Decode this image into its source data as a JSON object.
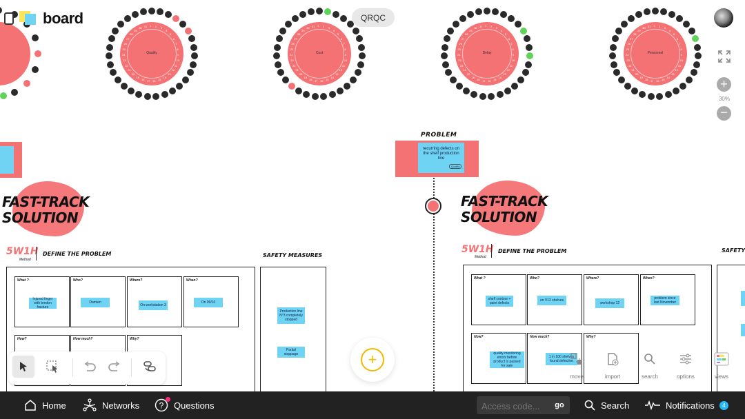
{
  "app": {
    "logo_text": "board"
  },
  "top_tag": "QRQC",
  "zoom": {
    "level": "30%"
  },
  "wheels": [
    {
      "label": "Quality"
    },
    {
      "label": "Cost"
    },
    {
      "label": "Delay"
    },
    {
      "label": "Personnel"
    }
  ],
  "problem": {
    "title": "Problem",
    "sticky": "recurring defects on the shelf production line",
    "tag": "Quality"
  },
  "left_section": {
    "fast_track": [
      "FAST-TRACK",
      "SOLUTION"
    ],
    "w5h": "5W1H",
    "w5h_sub": "Method",
    "define": "Define the problem",
    "safety": "Safety measures",
    "cells": [
      {
        "head": "What ?",
        "note": "Injured finger with tendon fracture"
      },
      {
        "head": "Who?",
        "note": "Damien"
      },
      {
        "head": "Where?",
        "note": "On workstation 3"
      },
      {
        "head": "When?",
        "note": "On 09/10"
      },
      {
        "head": "How?",
        "note": ""
      },
      {
        "head": "How much?",
        "note": ""
      },
      {
        "head": "Why?",
        "note": ""
      }
    ],
    "safety_notes": [
      "Production line N°3 completely stopped",
      "Partial stoppage"
    ]
  },
  "right_section": {
    "fast_track": [
      "FAST-TRACK",
      "SOLUTION"
    ],
    "w5h": "5W1H",
    "w5h_sub": "Method",
    "define": "Define the problem",
    "safety": "Safety",
    "cells": [
      {
        "head": "What ?",
        "note": "shelf contour + paint defects"
      },
      {
        "head": "Who?",
        "note": "on V12 shelves"
      },
      {
        "head": "Where?",
        "note": "workshop 12"
      },
      {
        "head": "When?",
        "note": "problem since last November"
      },
      {
        "head": "How?",
        "note": "quality monitoring errors before product is passed for sale"
      },
      {
        "head": "How much?",
        "note": "1 in 100 shelves found defective"
      },
      {
        "head": "Why?",
        "note": ""
      }
    ]
  },
  "right_tools": [
    {
      "label": "move",
      "icon": "move-icon"
    },
    {
      "label": "import",
      "icon": "import-icon"
    },
    {
      "label": "search",
      "icon": "search-icon"
    },
    {
      "label": "options",
      "icon": "options-icon"
    },
    {
      "label": "views",
      "icon": "views-icon"
    }
  ],
  "bottom_bar": {
    "home": "Home",
    "networks": "Networks",
    "questions": "Questions",
    "access_placeholder": "Access code...",
    "go": "go",
    "search": "Search",
    "notifications": "Notifications",
    "notif_count": "4"
  },
  "colors": {
    "accent": "#f47174",
    "sticky": "#6fd3f4",
    "bar": "#222222",
    "add_ring": "#f5b800"
  }
}
